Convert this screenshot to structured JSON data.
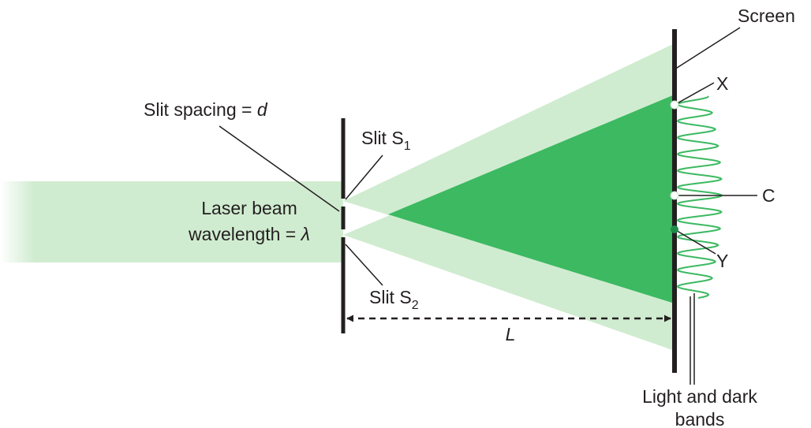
{
  "labels": {
    "screen": "Screen",
    "slit_spacing": "Slit spacing = ",
    "slit_spacing_symbol": "d",
    "slit1": "Slit S",
    "slit1_sub": "1",
    "slit2": "Slit S",
    "slit2_sub": "2",
    "laser_line1": "Laser beam",
    "laser_line2": "wavelength = ",
    "laser_symbol": "λ",
    "distance": "L",
    "point_x": "X",
    "point_c": "C",
    "point_y": "Y",
    "bands_line1": "Light and dark",
    "bands_line2": "bands"
  },
  "colors": {
    "beam_light": "#d0ecd0",
    "overlap_green": "#3cb961",
    "band_curve": "#3cb961",
    "barrier": "#231f20",
    "point_white": "#ffffff",
    "point_green": "#1e8c46"
  }
}
